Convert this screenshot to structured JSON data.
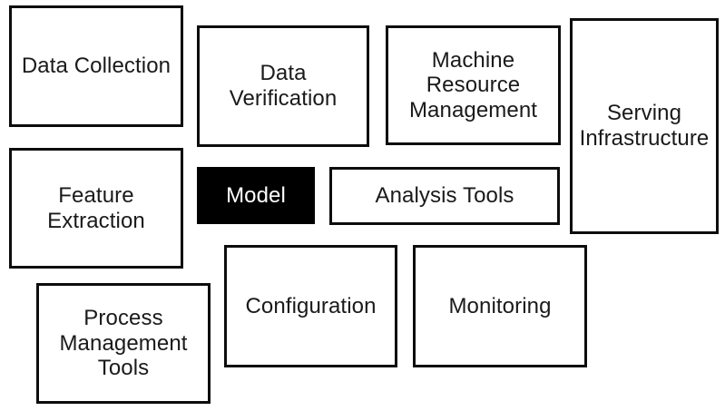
{
  "diagram": {
    "description": "Block diagram of components of a machine learning system; the small black Model box is surrounded by larger supporting-infrastructure boxes.",
    "colors": {
      "background": "#ffffff",
      "box_border": "#0d0d0d",
      "box_fill": "#ffffff",
      "text": "#1a1a1a",
      "model_fill": "#000000",
      "model_text": "#ffffff"
    },
    "boxes": [
      {
        "id": "data-collection",
        "label": "Data Collection",
        "filled": false
      },
      {
        "id": "data-verification",
        "label": "Data\nVerification",
        "filled": false
      },
      {
        "id": "machine-resource-mgmt",
        "label": "Machine\nResource\nManagement",
        "filled": false
      },
      {
        "id": "serving-infrastructure",
        "label": "Serving\nInfrastructure",
        "filled": false
      },
      {
        "id": "feature-extraction",
        "label": "Feature\nExtraction",
        "filled": false
      },
      {
        "id": "model",
        "label": "Model",
        "filled": true
      },
      {
        "id": "analysis-tools",
        "label": "Analysis Tools",
        "filled": false
      },
      {
        "id": "process-management-tools",
        "label": "Process\nManagement\nTools",
        "filled": false
      },
      {
        "id": "configuration",
        "label": "Configuration",
        "filled": false
      },
      {
        "id": "monitoring",
        "label": "Monitoring",
        "filled": false
      }
    ]
  }
}
